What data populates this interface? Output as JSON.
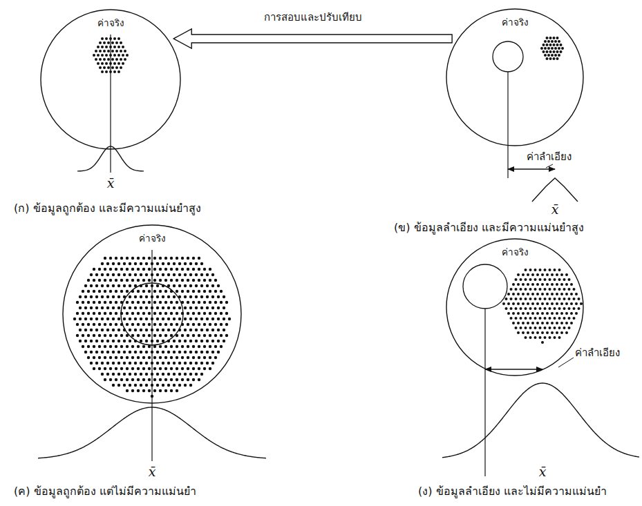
{
  "diagram": {
    "nodes": [
      {
        "text": [
          "ค่าจริง"
        ]
      },
      {
        "text": [
          "ค่าจริง"
        ]
      },
      {
        "text": [
          "ค่าจริง"
        ]
      },
      {
        "text": [
          "ค่าจริง"
        ]
      }
    ],
    "edges": [
      {
        "from": 1,
        "to": 0,
        "arrow": "to",
        "label": "การสอบและปรับเทียบ"
      }
    ],
    "labels": [
      "(ก) ข้อมูลถูกต้อง และมีความแม่นยำสูง",
      "x̄",
      "ค่าลำเอียง",
      "x̄",
      "(ข) ข้อมูลลำเอียง และมีความแม่นยำสูง",
      "x̄",
      "(ค) ข้อมูลถูกต้อง แต่ไม่มีความแม่นยำ",
      "ค่าลำเอียง",
      "x̄",
      "(ง) ข้อมูลลำเอียง และไม่มีความแม่นยำ"
    ]
  }
}
